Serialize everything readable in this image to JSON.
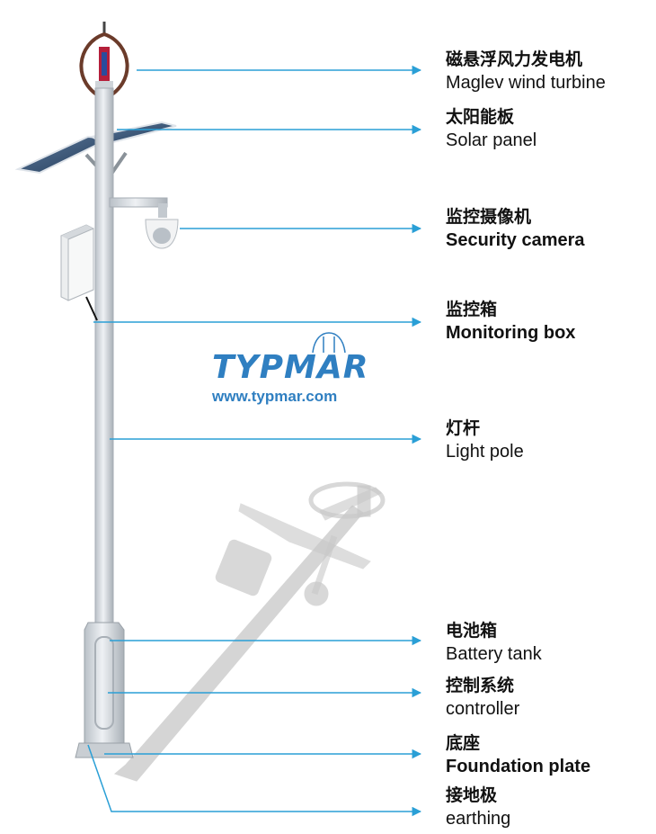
{
  "labels": [
    {
      "zh": "磁悬浮风力发电机",
      "en": "Maglev wind turbine"
    },
    {
      "zh": "太阳能板",
      "en": "Solar panel"
    },
    {
      "zh": "监控摄像机",
      "en": "Security camera"
    },
    {
      "zh": "监控箱",
      "en": "Monitoring box"
    },
    {
      "zh": "灯杆",
      "en": "Light pole"
    },
    {
      "zh": "电池箱",
      "en": "Battery tank"
    },
    {
      "zh": "控制系统",
      "en": "controller"
    },
    {
      "zh": "底座",
      "en": "Foundation plate"
    },
    {
      "zh": "接地极",
      "en": "earthing"
    }
  ],
  "logo": {
    "brand": "TYPMAR",
    "url": "www.typmar.com"
  },
  "colors": {
    "arrow": "#2a9fd6",
    "pole": "#d8dde2",
    "pole_edge": "#a6adb4",
    "logo_blue": "#2f7fc1",
    "logo_red": "#e23b2e",
    "shadow": "#c8c8c8"
  }
}
